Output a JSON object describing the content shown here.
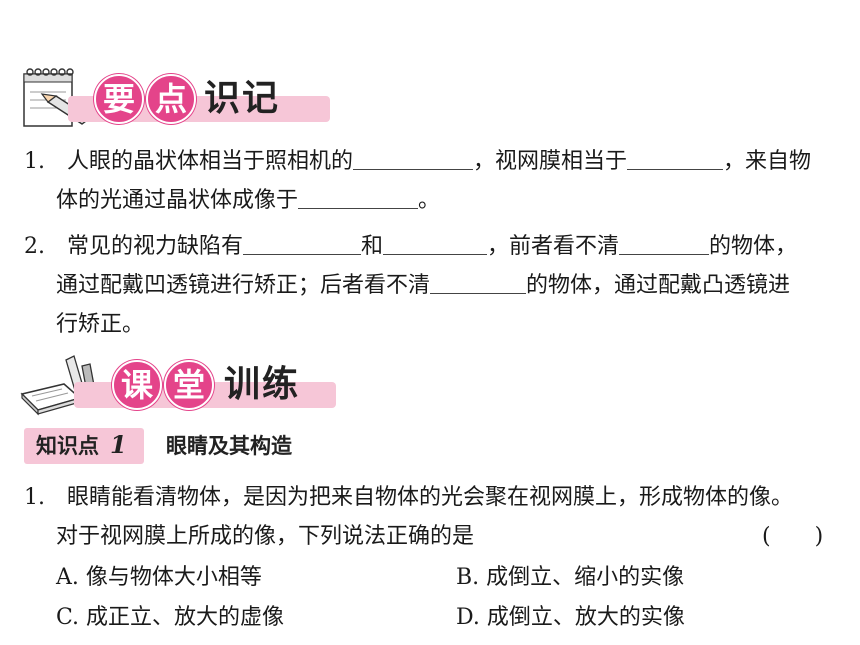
{
  "section1": {
    "circle1": "要",
    "circle2": "点",
    "rest": "识记"
  },
  "section2": {
    "circle1": "课",
    "circle2": "堂",
    "rest": "训练"
  },
  "points": {
    "p1": {
      "num": "1.",
      "l1a": "人眼的晶状体相当于照相机的",
      "l1b": "，视网膜相当于",
      "l1c": "，来自物",
      "l2a": "体的光通过晶状体成像于",
      "l2b": "。"
    },
    "p2": {
      "num": "2.",
      "l1a": "常见的视力缺陷有",
      "l1b": "和",
      "l1c": "，前者看不清",
      "l1d": "的物体，",
      "l2a": "通过配戴凹透镜进行矫正；后者看不清",
      "l2b": "的物体，通过配戴凸透镜进",
      "l3": "行矫正。"
    }
  },
  "knowledge": {
    "label": "知识点",
    "num": "1",
    "title": "眼睛及其构造"
  },
  "question": {
    "num": "1.",
    "line1": "眼睛能看清物体，是因为把来自物体的光会聚在视网膜上，形成物体的像。",
    "line2": "对于视网膜上所成的像，下列说法正确的是",
    "paren": "(　　)",
    "options": {
      "A": "A.  像与物体大小相等",
      "B": "B.  成倒立、缩小的实像",
      "C": "C.  成正立、放大的虚像",
      "D": "D.  成倒立、放大的实像"
    }
  }
}
